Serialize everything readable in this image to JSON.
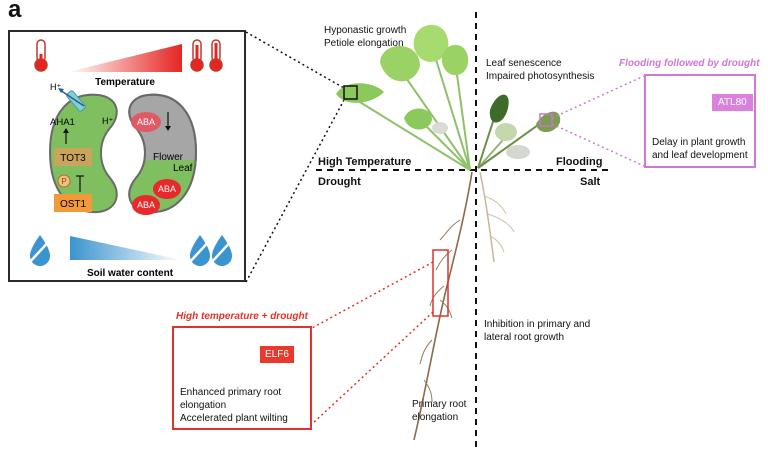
{
  "panel_label": "a",
  "inset": {
    "temperature_label": "Temperature",
    "soil_label": "Soil water content",
    "aha1": "AHA1",
    "h_plus_top": "H⁺",
    "h_plus_bottom": "H⁺",
    "tot3": "TOT3",
    "ost1": "OST1",
    "p_badge": "P",
    "aba_1": "ABA",
    "aba_2": "ABA",
    "aba_3": "ABA",
    "flower": "Flower",
    "leaf": "Leaf",
    "colors": {
      "cell_green": "#7fbf5f",
      "cell_gray": "#9e9e9e",
      "temperature_red": "#e52521",
      "water_blue": "#3b94cf"
    }
  },
  "quadrants": {
    "high_temperature": "High Temperature",
    "drought": "Drought",
    "flooding": "Flooding",
    "salt": "Salt"
  },
  "annotations": {
    "hyponastic": [
      "Hyponastic growth",
      "Petiole elongation"
    ],
    "senescence": [
      "Leaf senescence",
      "Impaired photosynthesis"
    ],
    "inhibition": [
      "Inhibition in primary and",
      "lateral root growth"
    ],
    "primary_root": [
      "Primary root",
      "elongation"
    ]
  },
  "flooding_drought": {
    "title": "Flooding followed by drought",
    "gene": "ATL80",
    "desc": [
      "Delay in plant growth",
      "and leaf development"
    ]
  },
  "heat_drought": {
    "title": "High temperature + drought",
    "gene": "ELF6",
    "desc": [
      "Enhanced primary root",
      "elongation",
      "Accelerated plant wilting"
    ]
  }
}
